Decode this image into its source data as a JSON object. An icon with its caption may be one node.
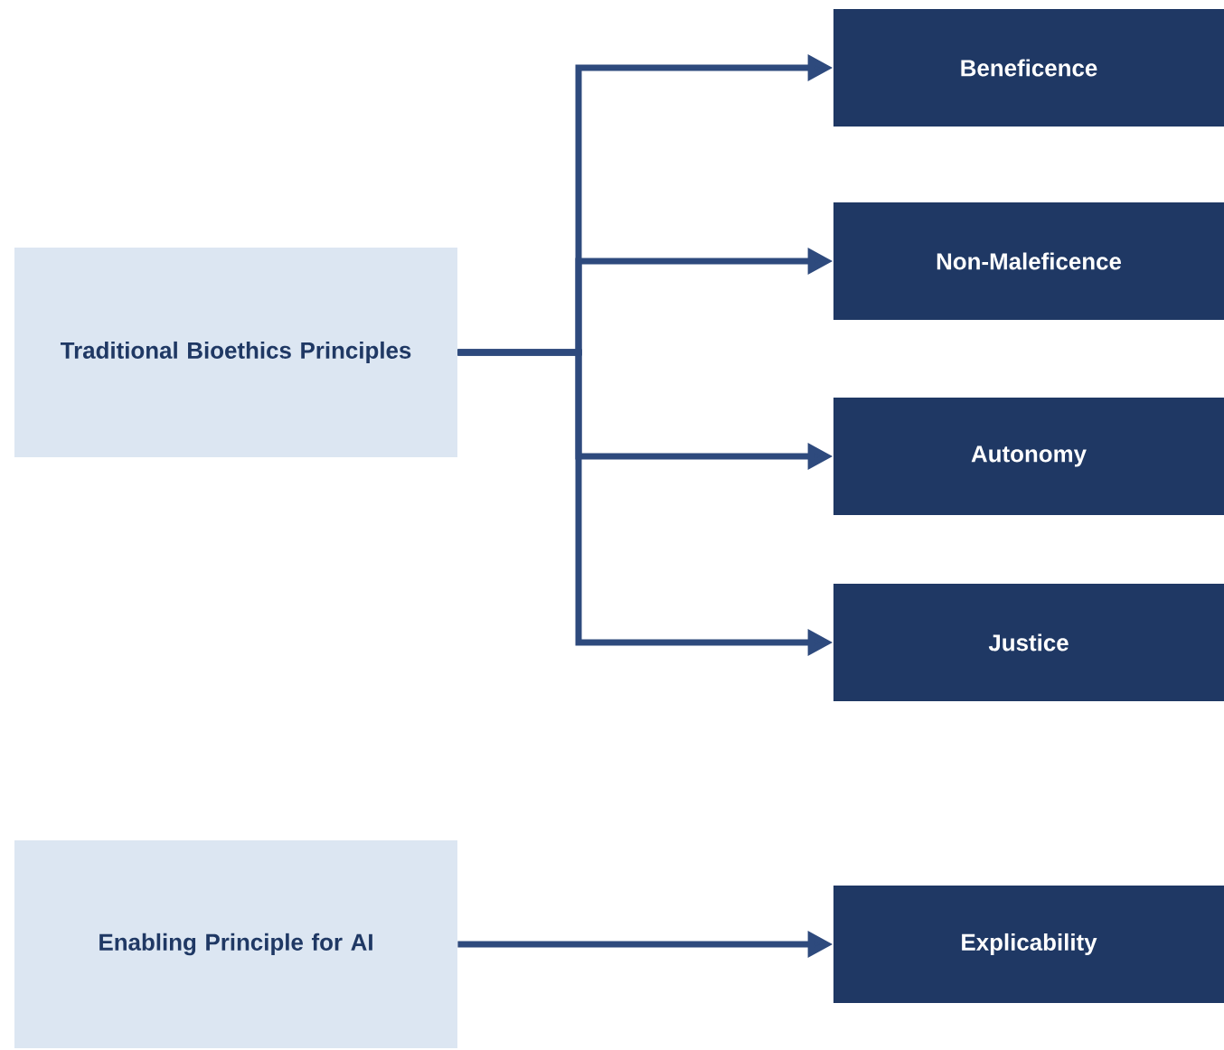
{
  "diagram": {
    "nodes": [
      {
        "text": [
          "Traditional Bioethics Principles"
        ]
      },
      {
        "text": [
          "Beneficence"
        ]
      },
      {
        "text": [
          "Non-Maleficence"
        ]
      },
      {
        "text": [
          "Autonomy"
        ]
      },
      {
        "text": [
          "Justice"
        ]
      },
      {
        "text": [
          "Enabling Principle for AI"
        ]
      },
      {
        "text": [
          "Explicability"
        ]
      }
    ],
    "edges": [
      {
        "from": 0,
        "to": 1,
        "arrow": "to"
      },
      {
        "from": 0,
        "to": 2,
        "arrow": "to"
      },
      {
        "from": 0,
        "to": 3,
        "arrow": "to"
      },
      {
        "from": 0,
        "to": 4,
        "arrow": "to"
      },
      {
        "from": 5,
        "to": 6,
        "arrow": "to"
      }
    ]
  }
}
